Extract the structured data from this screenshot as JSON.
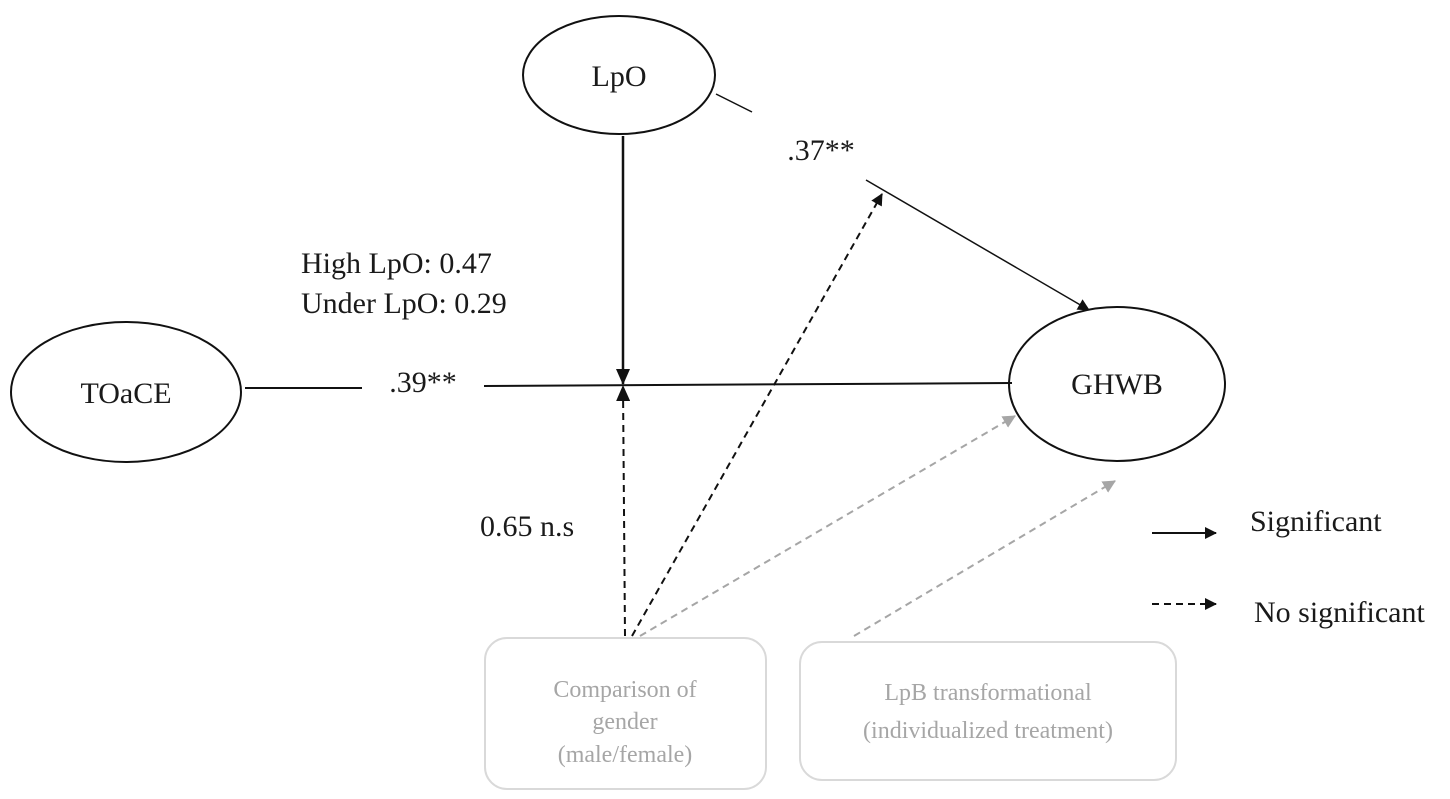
{
  "nodes": {
    "lpo": "LpO",
    "toace": "TOaCE",
    "ghwb": "GHWB"
  },
  "boxes": {
    "gender": [
      "Comparison of",
      "gender",
      "(male/female)"
    ],
    "lpb": [
      "LpB transformational",
      "(individualized treatment)"
    ]
  },
  "coefficients": {
    "lpo_ghwb": ".37**",
    "toace_ghwb": ".39**",
    "moderation_high": "High LpO: 0.47",
    "moderation_under": "Under LpO: 0.29",
    "gender_effect": "0.65 n.s"
  },
  "legend": {
    "significant": "Significant",
    "not_significant": "No significant"
  },
  "colors": {
    "ink": "#1a1a1a",
    "muted": "#a6a6a6",
    "box_border": "#d9d9d9"
  }
}
